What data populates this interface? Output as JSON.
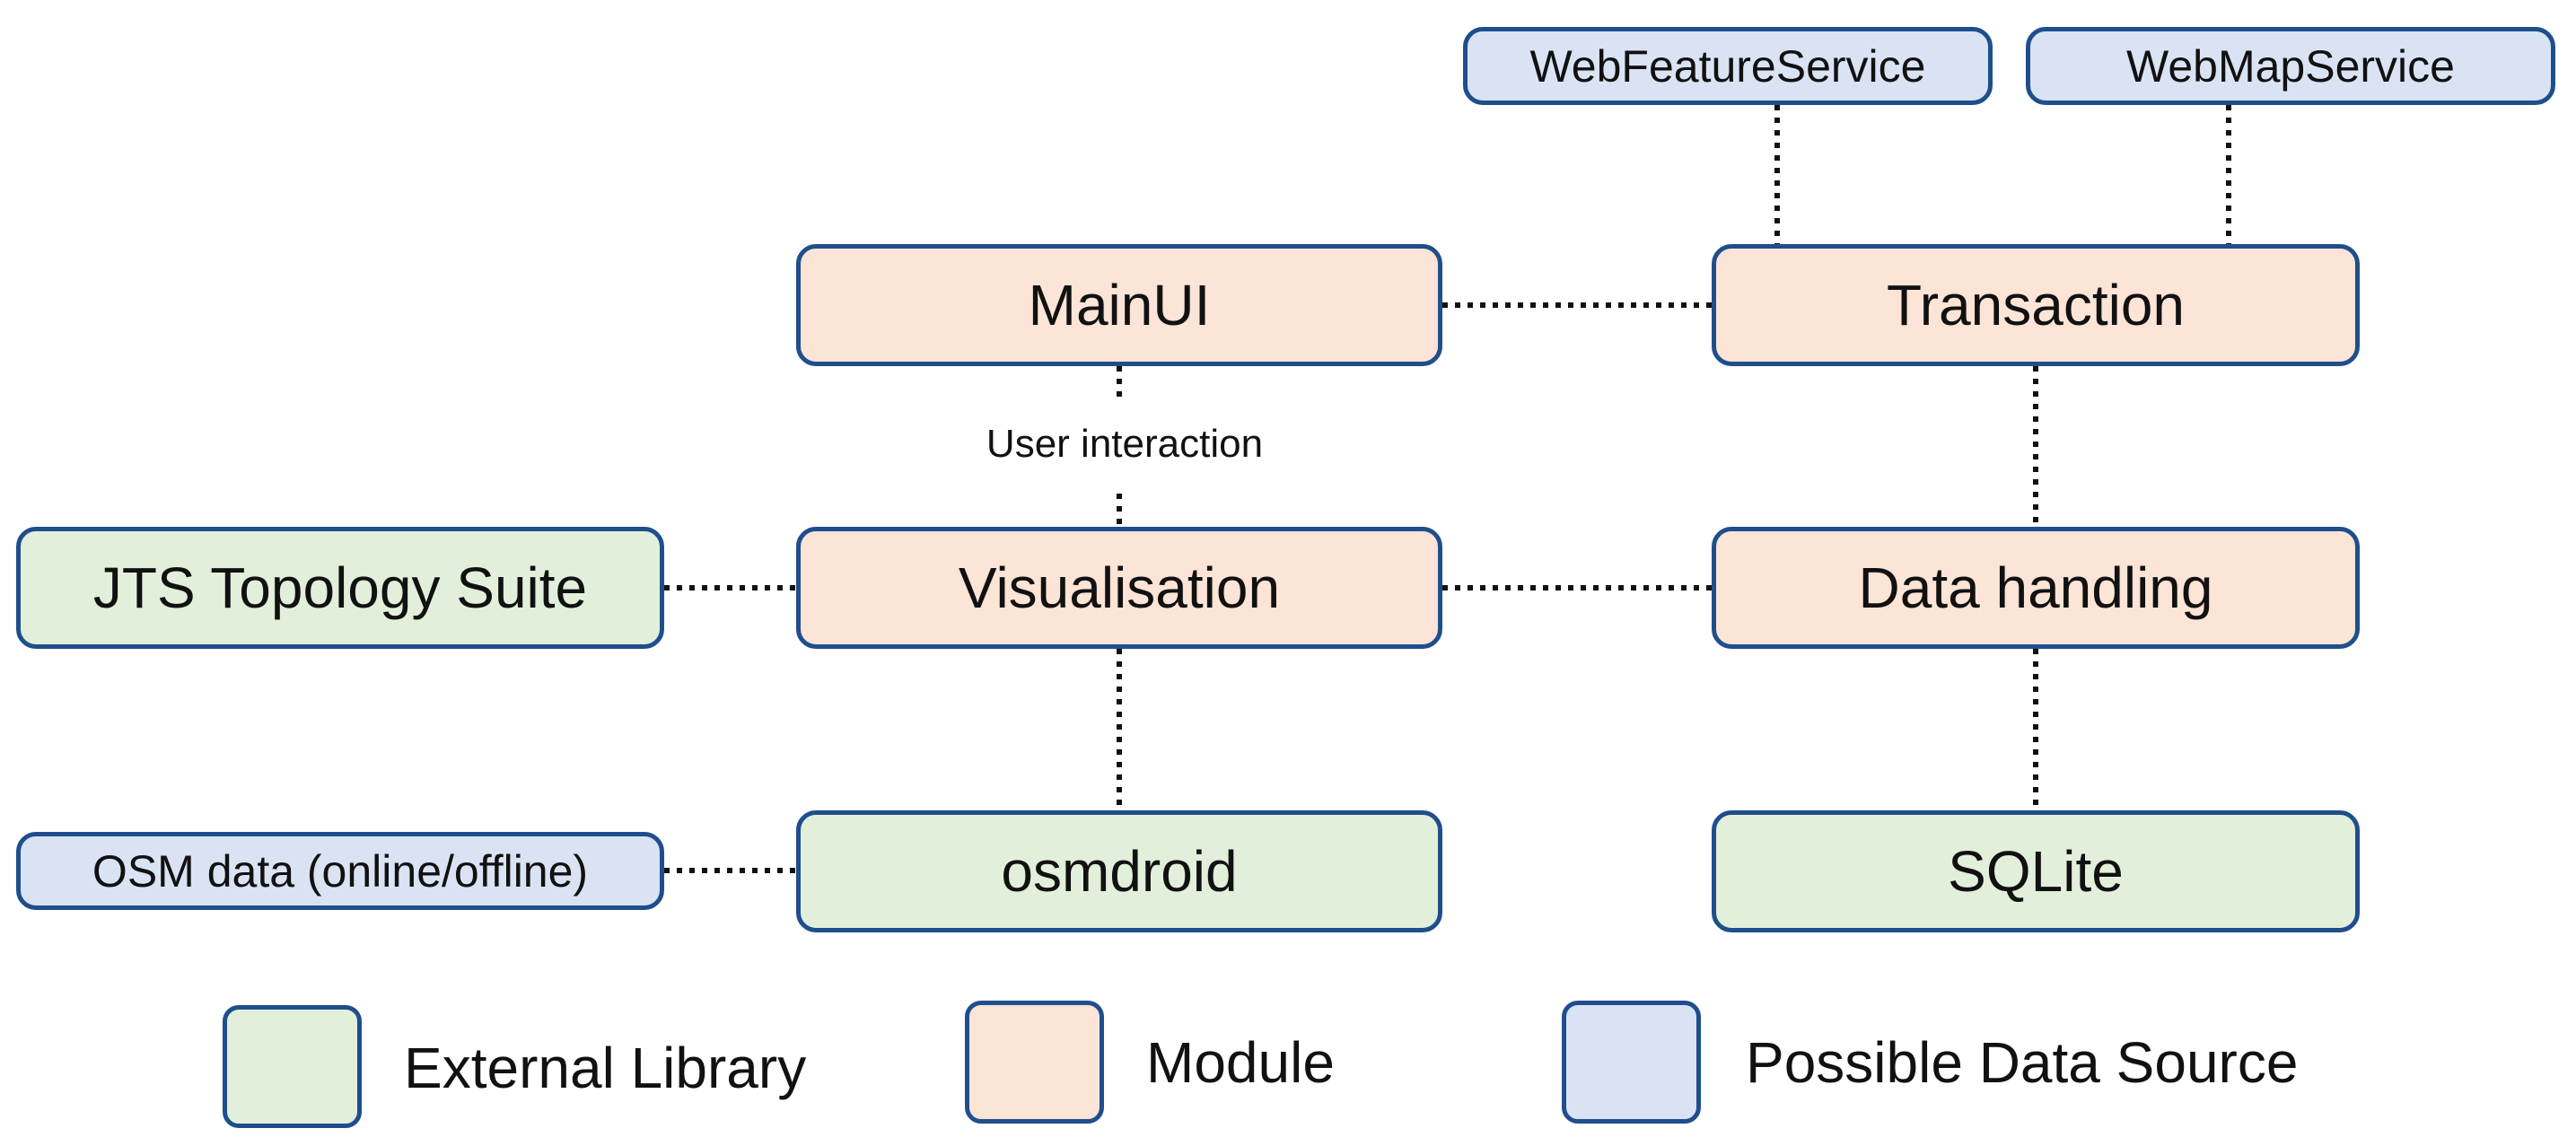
{
  "diagram": {
    "nodes": {
      "web_feature_service": "WebFeatureService",
      "web_map_service": "WebMapService",
      "main_ui": "MainUI",
      "transaction": "Transaction",
      "jts_topology_suite": "JTS Topology Suite",
      "visualisation": "Visualisation",
      "data_handling": "Data handling",
      "osm_data": "OSM data (online/offline)",
      "osmdroid": "osmdroid",
      "sqlite": "SQLite"
    },
    "annotations": {
      "user_interaction": "User interaction"
    },
    "edges": [
      [
        "web_feature_service",
        "transaction"
      ],
      [
        "web_map_service",
        "transaction"
      ],
      [
        "main_ui",
        "transaction"
      ],
      [
        "main_ui",
        "visualisation"
      ],
      [
        "transaction",
        "data_handling"
      ],
      [
        "jts_topology_suite",
        "visualisation"
      ],
      [
        "visualisation",
        "data_handling"
      ],
      [
        "visualisation",
        "osmdroid"
      ],
      [
        "data_handling",
        "sqlite"
      ],
      [
        "osm_data",
        "osmdroid"
      ]
    ]
  },
  "legend": {
    "external_library": "External Library",
    "module": "Module",
    "possible_data_source": "Possible Data Source"
  },
  "colors": {
    "module_fill": "#fce4d6",
    "library_fill": "#e2efda",
    "source_fill": "#dae3f3",
    "border": "#1f4e8c",
    "connector": "#111111"
  }
}
